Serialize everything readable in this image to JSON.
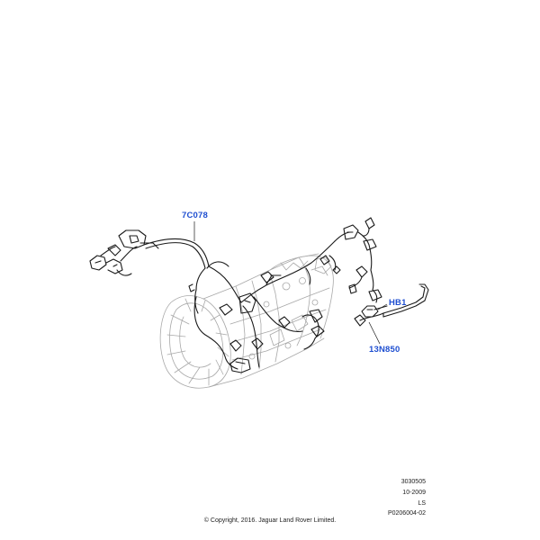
{
  "callouts": {
    "harness": "7C078",
    "connector": "HB1",
    "sensor": "13N850"
  },
  "meta": {
    "line1": "3030505",
    "line2": "10-2009",
    "line3": "LS",
    "line4": "P0206004-02"
  },
  "copyright": "© Copyright, 2016. Jaguar Land Rover Limited.",
  "colors": {
    "callout": "#1f4fd1",
    "line_dark": "#1a1a1a",
    "line_light": "#9a9a9a"
  }
}
